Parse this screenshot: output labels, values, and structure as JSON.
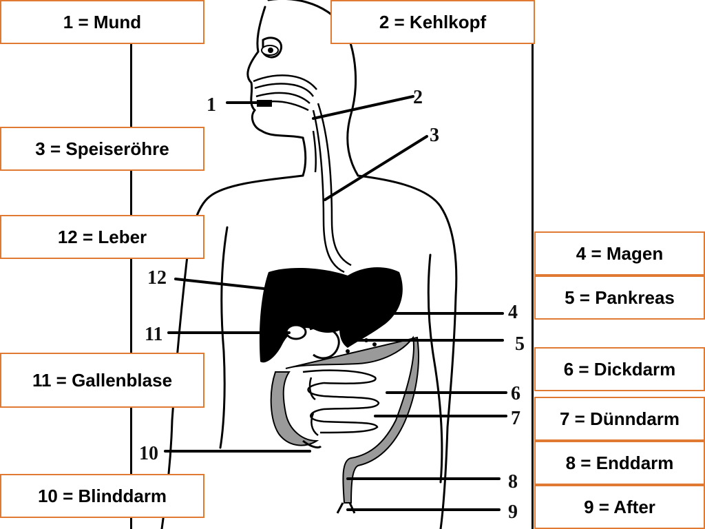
{
  "labels": [
    {
      "number": "1",
      "text": "1 = Mund"
    },
    {
      "number": "2",
      "text": "2 = Kehlkopf"
    },
    {
      "number": "3",
      "text": "3 = Speiseröhre"
    },
    {
      "number": "4",
      "text": "4 = Magen"
    },
    {
      "number": "5",
      "text": "5 = Pankreas"
    },
    {
      "number": "6",
      "text": "6 = Dickdarm"
    },
    {
      "number": "7",
      "text": "7 = Dünndarm"
    },
    {
      "number": "8",
      "text": "8 = Enddarm"
    },
    {
      "number": "9",
      "text": "9 = After"
    },
    {
      "number": "10",
      "text": "10 = Blinddarm"
    },
    {
      "number": "11",
      "text": "11 = Gallenblase"
    },
    {
      "number": "12",
      "text": "12 = Leber"
    }
  ],
  "colors": {
    "box_border": "#e07a32",
    "line": "#000000",
    "organ_fill": "#000000",
    "colon_fill": "#9a9a9a"
  }
}
